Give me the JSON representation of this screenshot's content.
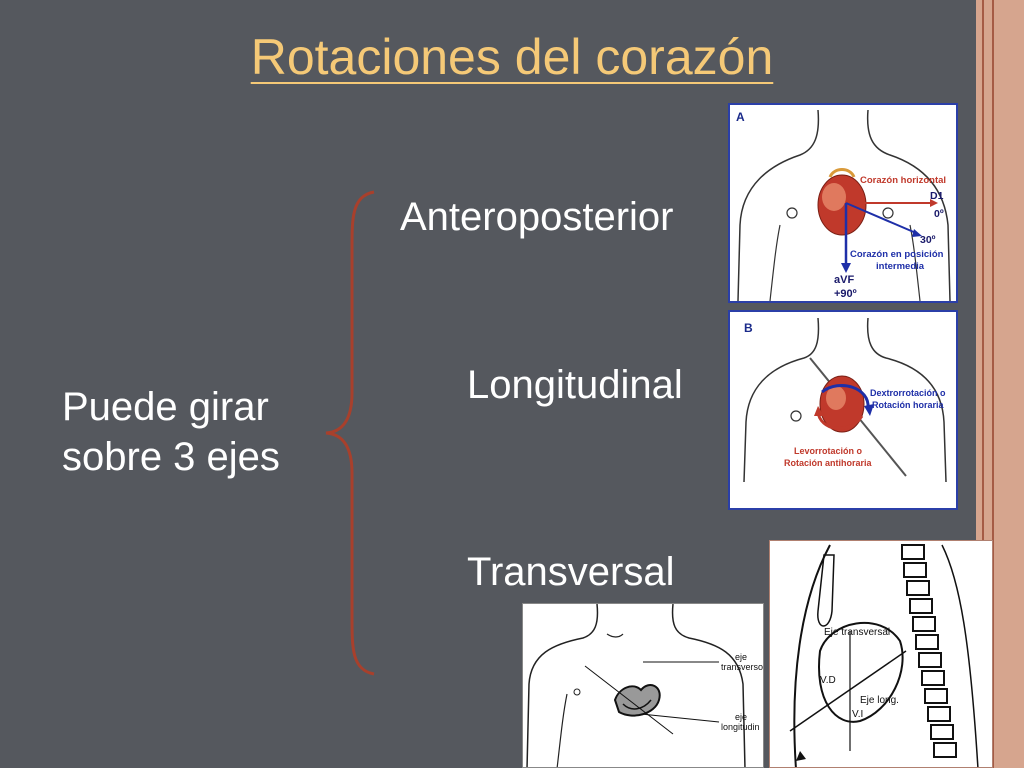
{
  "slide": {
    "title": "Rotaciones del corazón",
    "intro_line1": "Puede girar",
    "intro_line2": "sobre 3 ejes",
    "axes": [
      "Anteroposterior",
      "Longitudinal",
      "Transversal"
    ]
  },
  "figure_a": {
    "letter": "A",
    "horizontal_label": "Corazón horizontal",
    "d1_label": "D1",
    "d1_angle": "0º",
    "angle_30": "30º",
    "intermediate_line1": "Corazón en posición",
    "intermediate_line2": "intermedia",
    "avf_label": "aVF",
    "avf_angle": "+90º"
  },
  "figure_b": {
    "letter": "B",
    "dextro_line1": "Dextrorrotación o",
    "dextro_line2": "Rotación horaria",
    "levo_line1": "Levorrotación o",
    "levo_line2": "Rotación antihoraria"
  },
  "figure_c": {
    "eje_line1": "eje",
    "transverse_partial": "transverso",
    "longitudinal_partial": "longitudin"
  },
  "figure_d": {
    "eje_transversal": "Eje transversal",
    "vd": "V.D",
    "vi": "V.I",
    "eje_long": "Eje long."
  },
  "colors": {
    "title": "#f5c977",
    "background": "#55585e",
    "brace": "#a8402c",
    "frame": "#2b3fa8"
  }
}
